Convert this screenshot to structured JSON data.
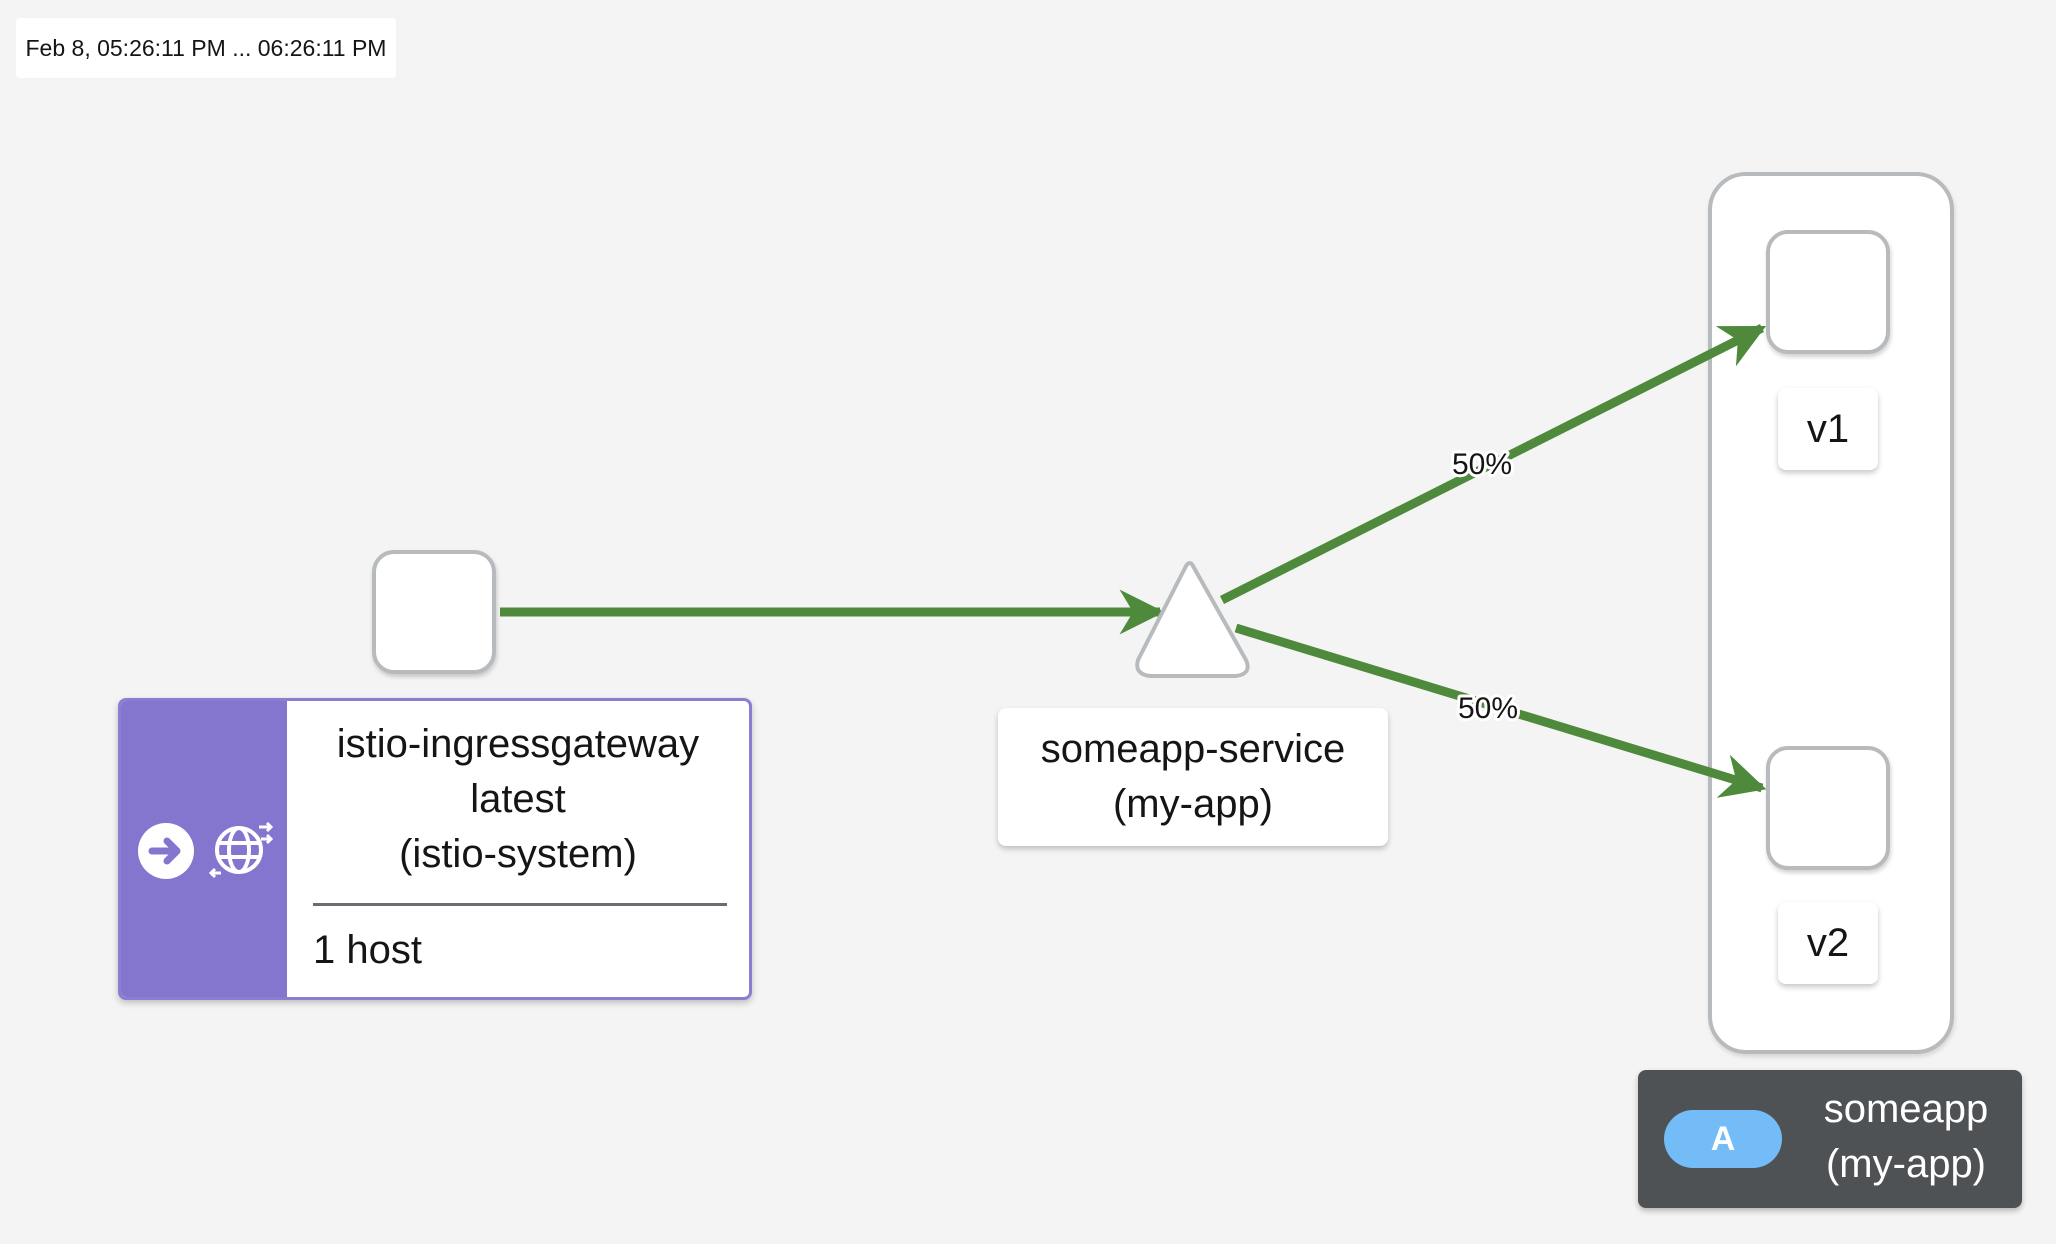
{
  "time_range": "Feb 8, 05:26:11 PM ... 06:26:11 PM",
  "colors": {
    "edge": "#4f8a3c",
    "gateway_accent": "#8476cf",
    "app_badge_bg": "#4f5255",
    "app_pill": "#73bcf7"
  },
  "nodes": {
    "gateway": {
      "name": "istio-ingressgateway",
      "version": "latest",
      "namespace": "(istio-system)",
      "hosts": "1 host",
      "icons": [
        "arrow-circle-right-icon",
        "globe-network-icon"
      ]
    },
    "service": {
      "name": "someapp-service",
      "namespace": "(my-app)",
      "shape": "triangle"
    },
    "v1": {
      "label": "v1"
    },
    "v2": {
      "label": "v2"
    },
    "app_group": {
      "badge": "A",
      "name": "someapp",
      "namespace": "(my-app)"
    }
  },
  "edges": [
    {
      "from": "gateway",
      "to": "service",
      "label": ""
    },
    {
      "from": "service",
      "to": "v1",
      "label": "50%"
    },
    {
      "from": "service",
      "to": "v2",
      "label": "50%"
    }
  ]
}
